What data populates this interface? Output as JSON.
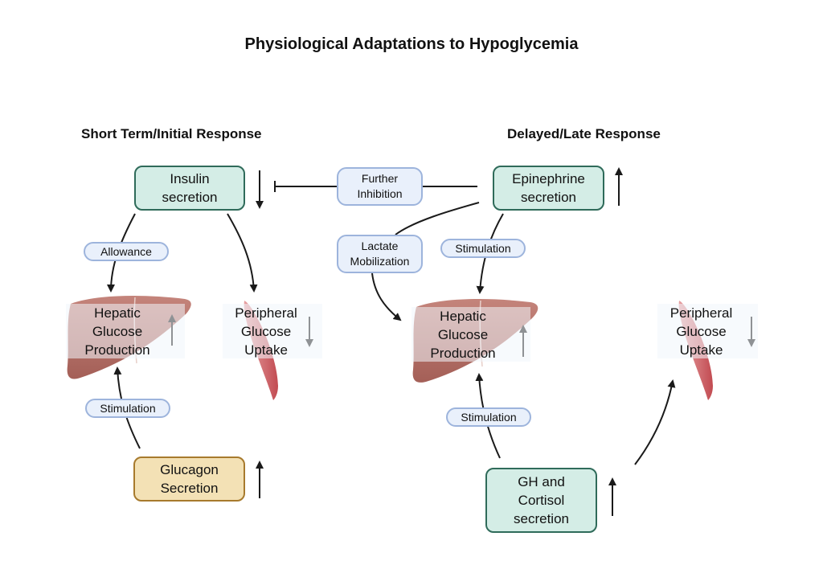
{
  "title": "Physiological Adaptations to Hypoglycemia",
  "sections": {
    "left": "Short Term/Initial Response",
    "right": "Delayed/Late Response"
  },
  "nodes": {
    "insulin": {
      "line1": "Insulin",
      "line2": "secretion",
      "trend": "down"
    },
    "glucagon": {
      "line1": "Glucagon",
      "line2": "Secretion",
      "trend": "up"
    },
    "epinephrine": {
      "line1": "Epinephrine",
      "line2": "secretion",
      "trend": "up"
    },
    "gh_cortisol": {
      "line1": "GH and",
      "line2": "Cortisol",
      "line3": "secretion",
      "trend": "up"
    },
    "hepatic_left": {
      "line1": "Hepatic",
      "line2": "Glucose",
      "line3": "Production",
      "trend": "up"
    },
    "peripheral_left": {
      "line1": "Peripheral",
      "line2": "Glucose",
      "line3": "Uptake",
      "trend": "down"
    },
    "hepatic_right": {
      "line1": "Hepatic",
      "line2": "Glucose",
      "line3": "Production",
      "trend": "up"
    },
    "peripheral_right": {
      "line1": "Peripheral",
      "line2": "Glucose",
      "line3": "Uptake",
      "trend": "down"
    }
  },
  "edge_labels": {
    "further_inhibition": {
      "line1": "Further",
      "line2": "Inhibition"
    },
    "allowance": "Allowance",
    "stimulation_left": "Stimulation",
    "lactate_mobilization": {
      "line1": "Lactate",
      "line2": "Mobilization"
    },
    "stimulation_epi": "Stimulation",
    "stimulation_gh": "Stimulation"
  },
  "colors": {
    "hormone_box_fill": "#d4ede6",
    "hormone_box_border": "#2f6b5a",
    "glucagon_fill": "#f3e1b5",
    "glucagon_border": "#a77a2d",
    "pill_fill": "#e9f0fb",
    "pill_border": "#9db4dc",
    "liver": "#b56f66",
    "muscle": "#c9575c"
  }
}
